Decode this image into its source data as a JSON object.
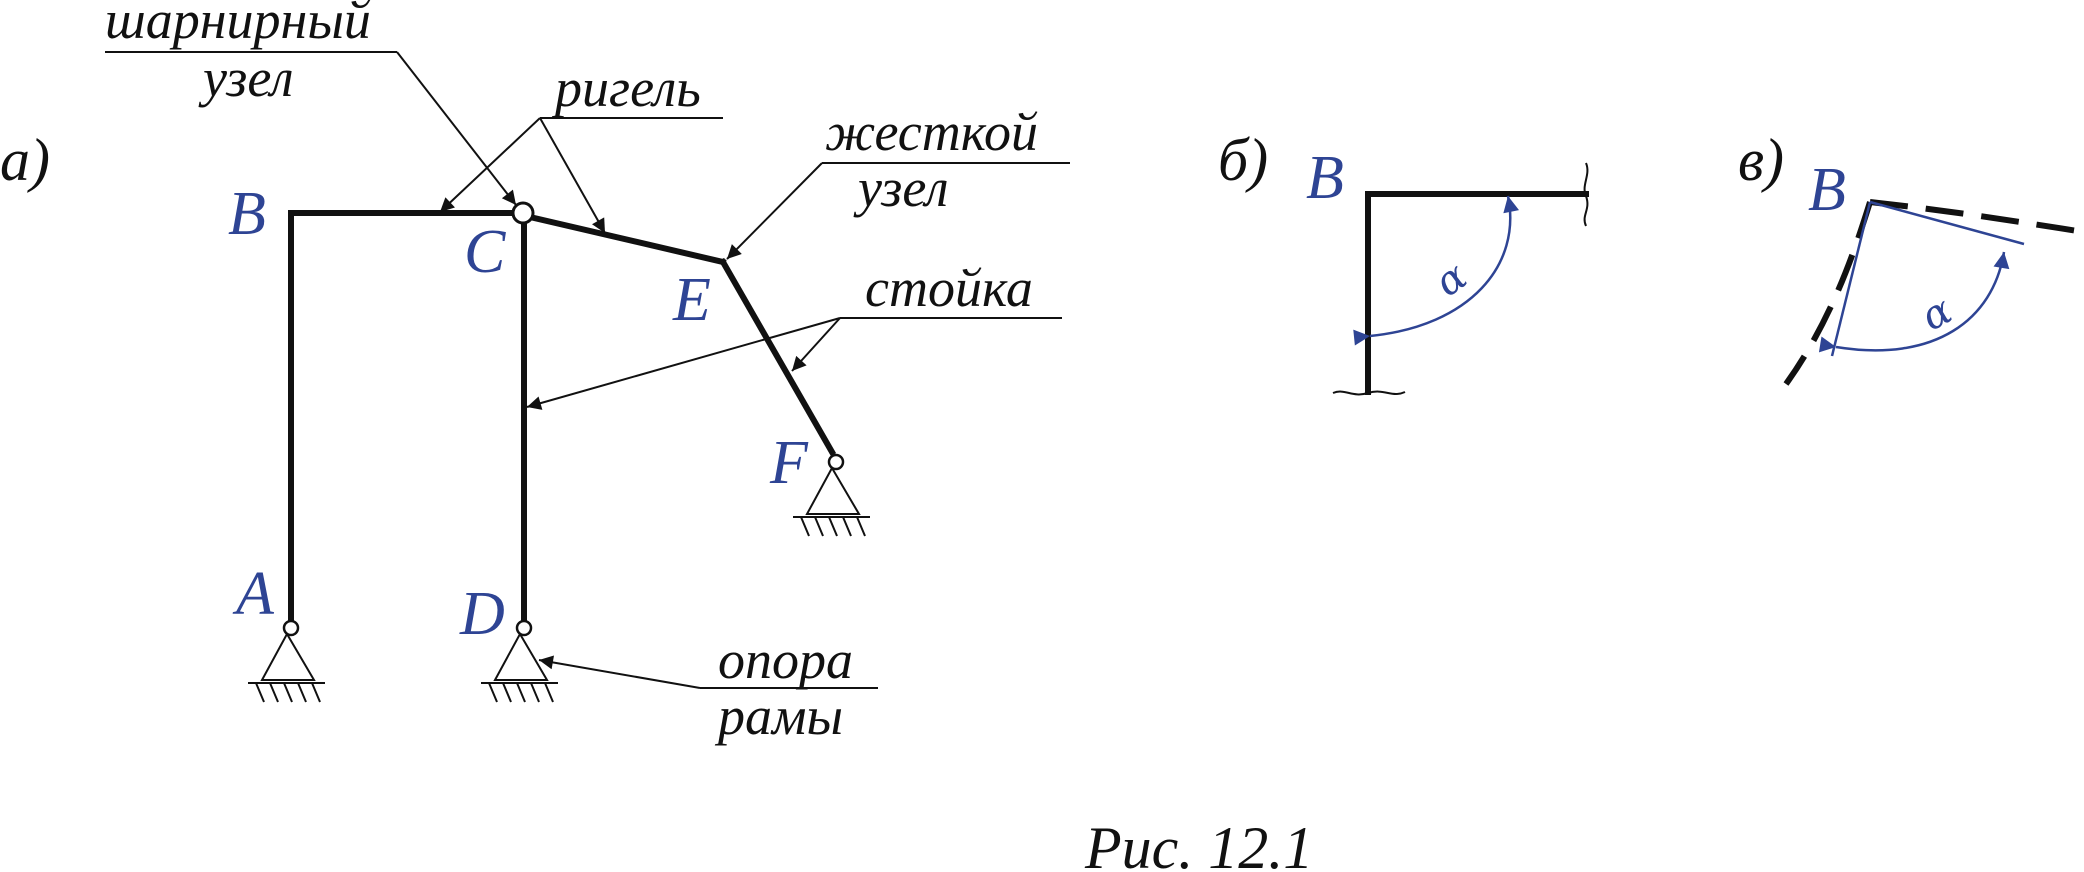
{
  "panels": {
    "a": "а)",
    "b": "б)",
    "v": "в)"
  },
  "points": {
    "A": "A",
    "B": "B",
    "C": "C",
    "D": "D",
    "E": "E",
    "F": "F"
  },
  "callouts": {
    "hinge_line1": "шарнирный",
    "hinge_line2": "узел",
    "beam": "ригель",
    "rigid_line1": "жесткой",
    "rigid_line2": "узел",
    "column": "стойка",
    "support_line1": "опора",
    "support_line2": "рамы"
  },
  "angle_label": "α",
  "figure_caption": "Рис. 12.1",
  "colors": {
    "line": "#111111",
    "labels": "#2e4494"
  }
}
